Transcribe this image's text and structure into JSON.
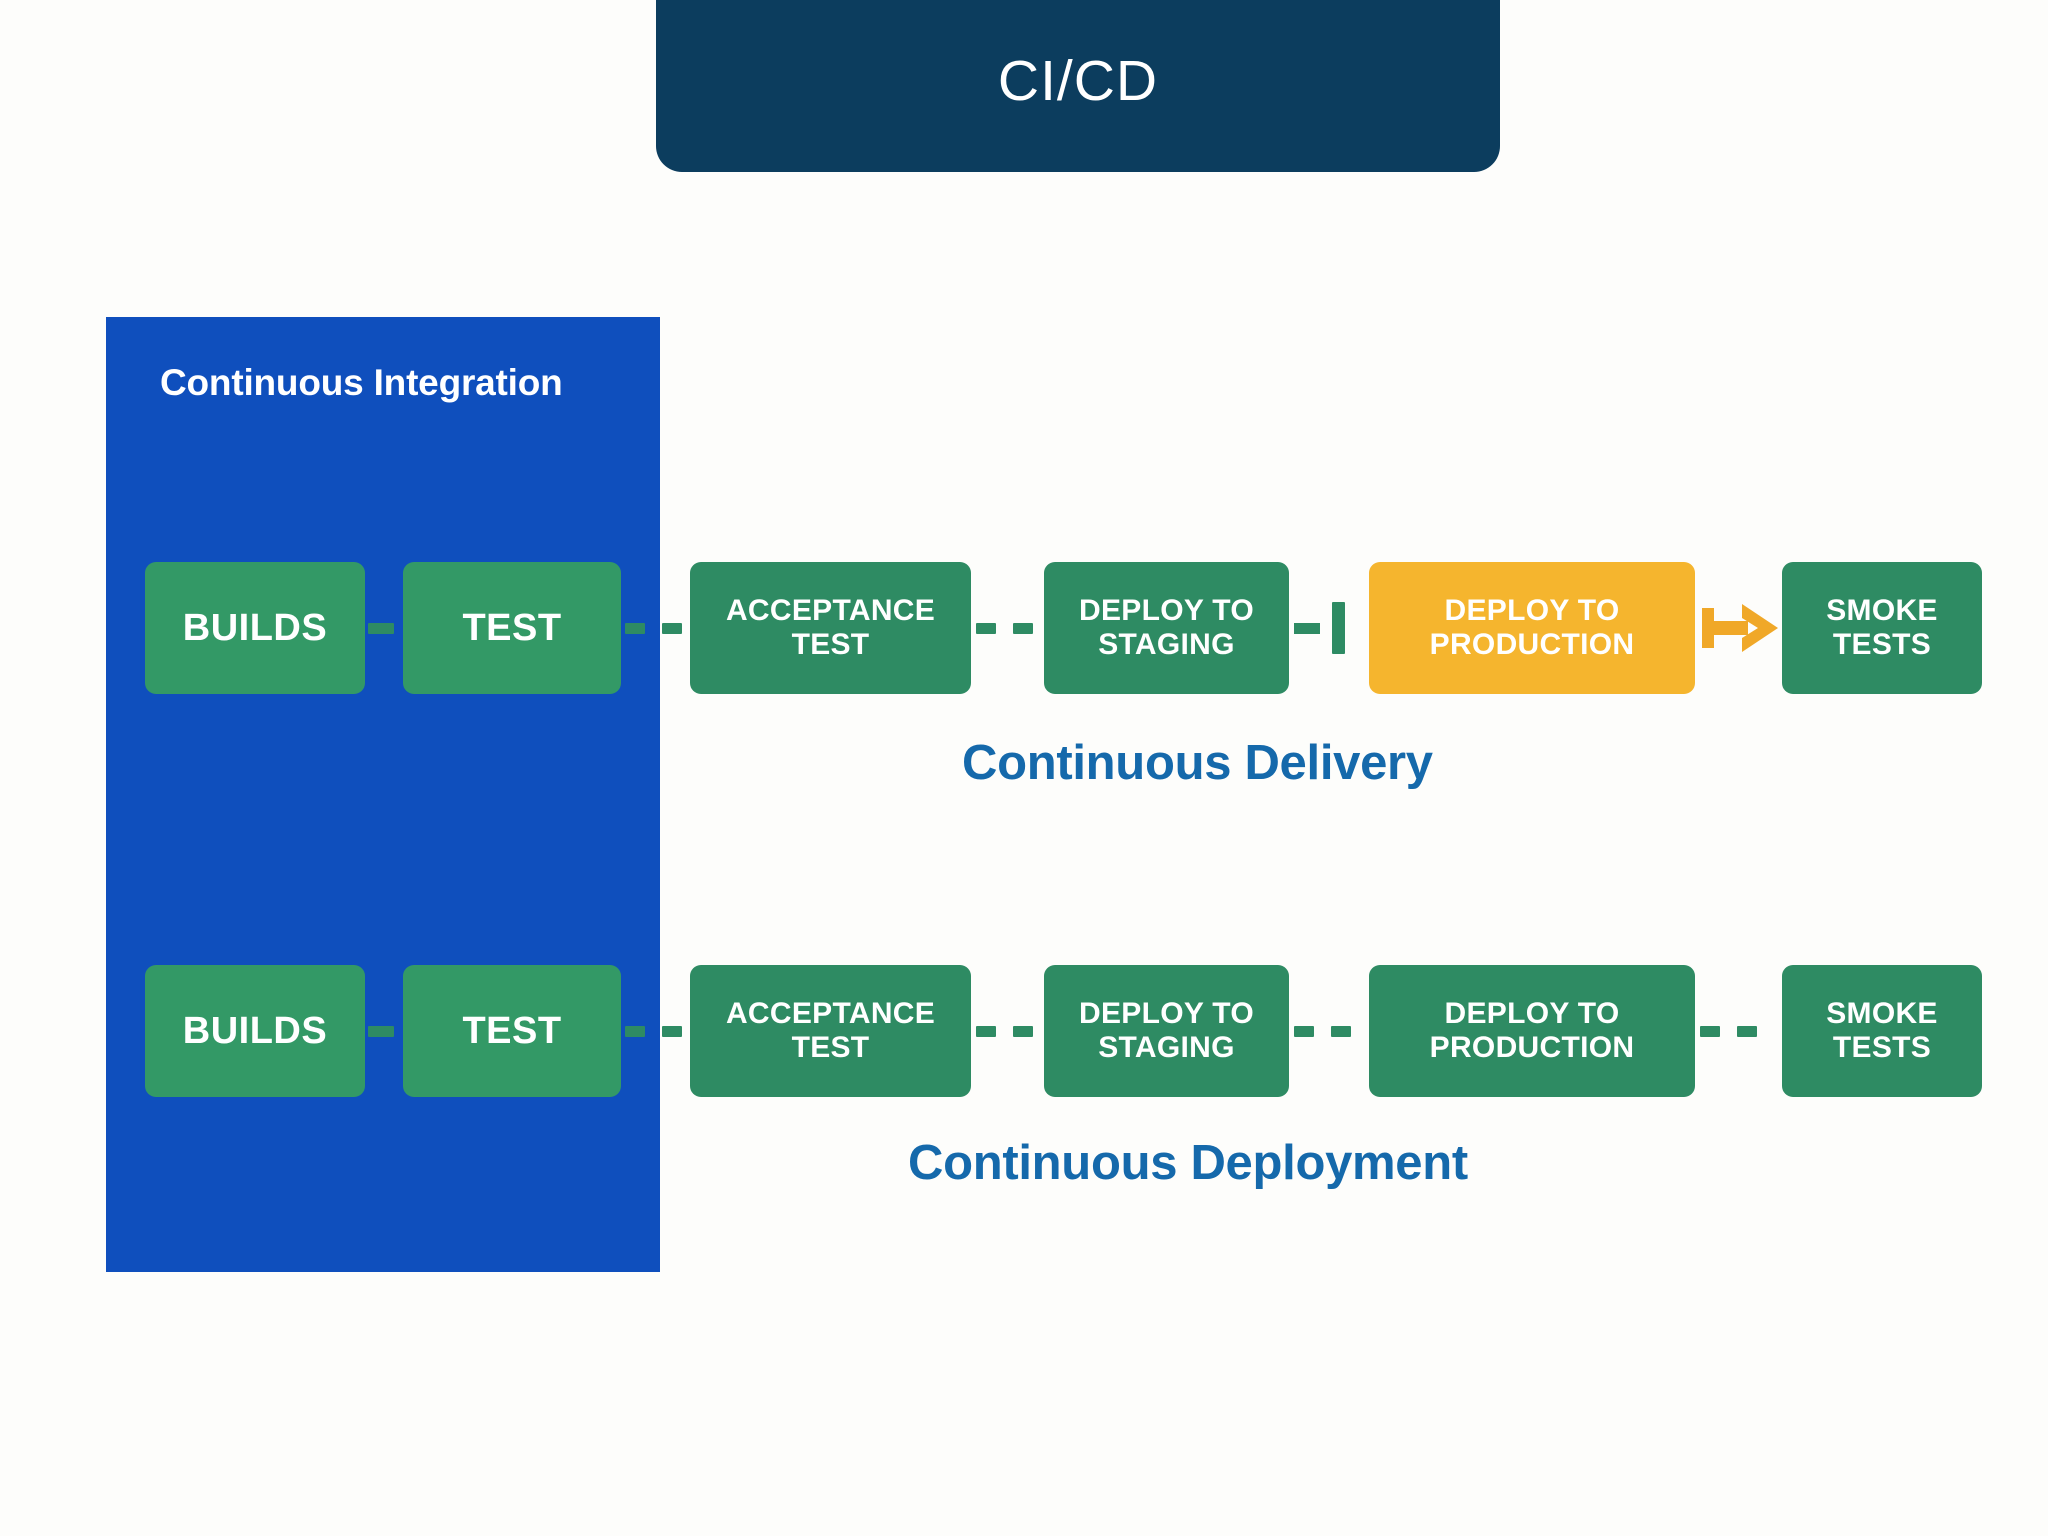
{
  "header": {
    "title": "CI/CD"
  },
  "ci_panel": {
    "label": "Continuous Integration",
    "color": "#0f4fbd"
  },
  "colors": {
    "banner": "#0c3d5e",
    "panel_blue": "#0f4fbd",
    "green_light": "#339966",
    "green_dark": "#2e8b63",
    "yellow": "#f5b52e",
    "arrow_orange": "#f0a828",
    "caption_blue": "#1569ab",
    "background": "#ffffff"
  },
  "rows": [
    {
      "name": "continuous-delivery",
      "caption": "Continuous Delivery",
      "nodes": [
        {
          "id": "builds",
          "label": "BUILDS",
          "style": "green-light"
        },
        {
          "id": "test",
          "label": "TEST",
          "style": "green-light"
        },
        {
          "id": "acceptance",
          "label": "ACCEPTANCE\nTEST",
          "style": "green-dark"
        },
        {
          "id": "staging",
          "label": "DEPLOY TO\nSTAGING",
          "style": "green-dark"
        },
        {
          "id": "production",
          "label": "DEPLOY TO\nPRODUCTION",
          "style": "yellow"
        },
        {
          "id": "smoke",
          "label": "SMOKE\nTESTS",
          "style": "green-dark"
        }
      ],
      "connectors": [
        {
          "between": "builds-test",
          "kind": "dashed"
        },
        {
          "between": "test-acceptance",
          "kind": "dashed"
        },
        {
          "between": "acceptance-staging",
          "kind": "dashed"
        },
        {
          "between": "staging-production",
          "kind": "manual-gate"
        },
        {
          "between": "production-smoke",
          "kind": "arrow"
        }
      ]
    },
    {
      "name": "continuous-deployment",
      "caption": "Continuous Deployment",
      "nodes": [
        {
          "id": "builds",
          "label": "BUILDS",
          "style": "green-light"
        },
        {
          "id": "test",
          "label": "TEST",
          "style": "green-light"
        },
        {
          "id": "acceptance",
          "label": "ACCEPTANCE\nTEST",
          "style": "green-dark"
        },
        {
          "id": "staging",
          "label": "DEPLOY TO\nSTAGING",
          "style": "green-dark"
        },
        {
          "id": "production",
          "label": "DEPLOY TO\nPRODUCTION",
          "style": "green-dark"
        },
        {
          "id": "smoke",
          "label": "SMOKE\nTESTS",
          "style": "green-dark"
        }
      ],
      "connectors": [
        {
          "between": "builds-test",
          "kind": "dashed"
        },
        {
          "between": "test-acceptance",
          "kind": "dashed"
        },
        {
          "between": "acceptance-staging",
          "kind": "dashed"
        },
        {
          "between": "staging-production",
          "kind": "dashed"
        },
        {
          "between": "production-smoke",
          "kind": "dashed"
        }
      ]
    }
  ],
  "icons": {
    "manual_gate": "gate-barrier-icon",
    "arrow": "arrow-right-icon"
  }
}
